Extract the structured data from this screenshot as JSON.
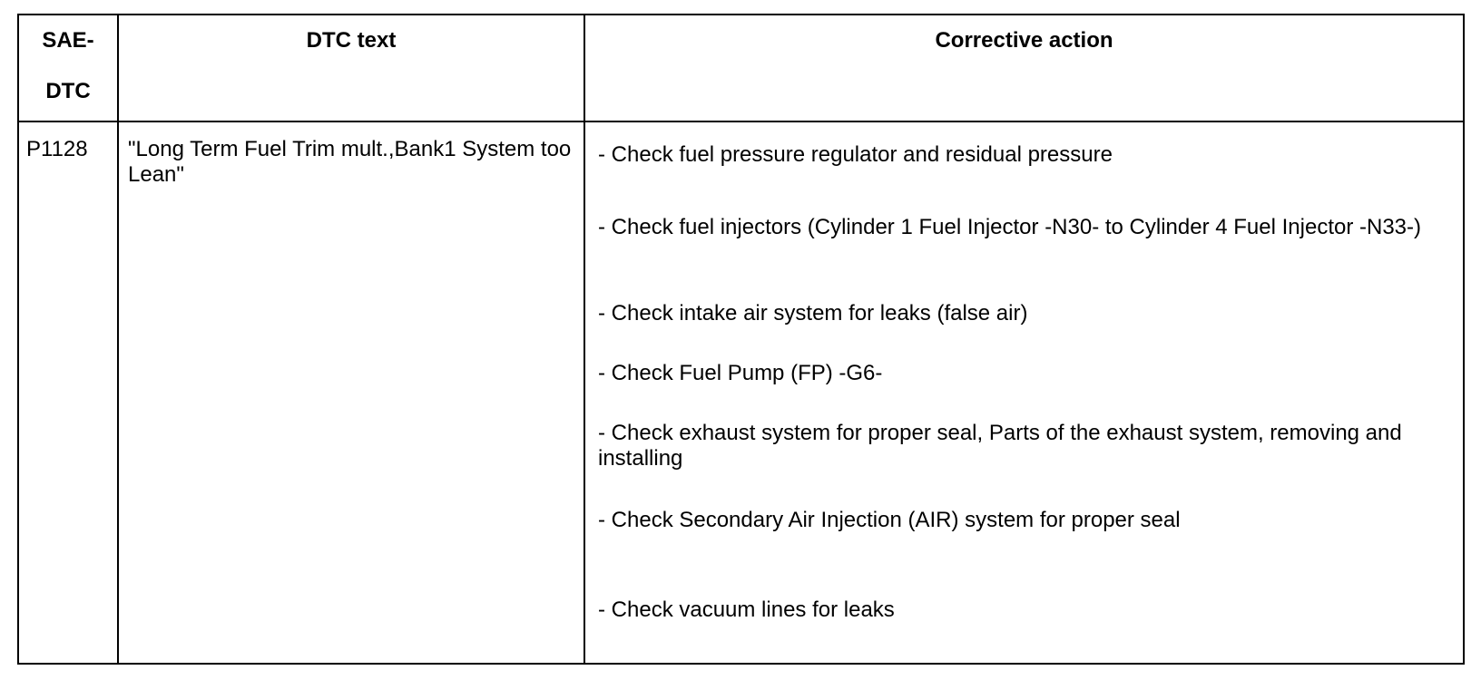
{
  "table": {
    "headers": {
      "code_line1": "SAE-",
      "code_line2": "DTC",
      "dtc_text": "DTC text",
      "corrective_action": "Corrective action"
    },
    "rows": [
      {
        "code": "P1128",
        "dtc_text": "\"Long Term Fuel Trim mult.,Bank1 System too Lean\"",
        "actions": [
          "- Check fuel pressure regulator and residual pressure",
          "- Check fuel injectors (Cylinder 1 Fuel Injector -N30- to Cylinder 4 Fuel Injector -N33-)",
          "- Check intake air system for leaks (false air)",
          "- Check Fuel Pump (FP) -G6-",
          "- Check exhaust system for proper seal, Parts of the exhaust system, removing and installing",
          "- Check Secondary Air Injection (AIR) system for proper seal",
          "- Check vacuum lines for leaks"
        ]
      }
    ]
  }
}
